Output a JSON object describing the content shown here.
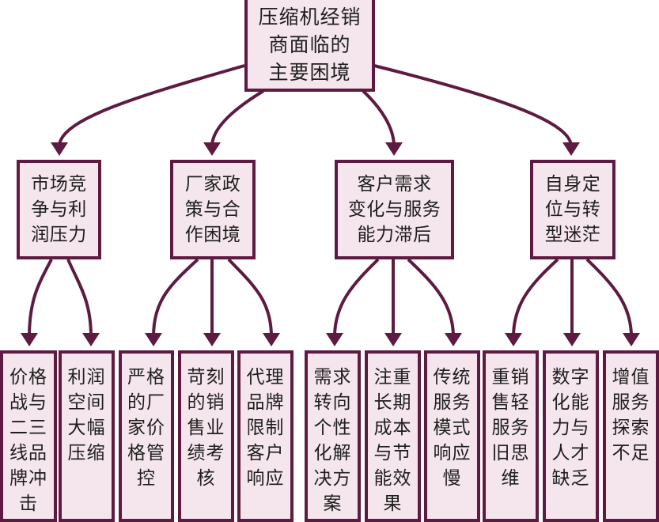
{
  "colors": {
    "stroke": "#5e1a40",
    "fill": "#f4e6ec",
    "text": "#1e1e1e",
    "background": "#ffffff"
  },
  "root": {
    "lines": [
      "压缩机经销",
      "商面临的",
      "主要困境"
    ]
  },
  "categories": [
    {
      "lines": [
        "市场竞",
        "争与利",
        "润压力"
      ],
      "children": [
        "价格战与二三线品牌冲击",
        "利润空间大幅压缩"
      ]
    },
    {
      "lines": [
        "厂家政",
        "策与合",
        "作困境"
      ],
      "children": [
        "严格的厂家价格管控",
        "苛刻的销售业绩考核",
        "代理品牌限制客户响应"
      ]
    },
    {
      "lines": [
        "客户需求",
        "变化与服务",
        "能力滞后"
      ],
      "children": [
        "需求转向个性化解决方案",
        "注重长期成本与节能效果",
        "传统服务模式响应慢"
      ]
    },
    {
      "lines": [
        "自身定",
        "位与转",
        "型迷茫"
      ],
      "children": [
        "重销售轻服务旧思维",
        "数字化能力与人才缺乏",
        "增值服务探索不足"
      ]
    }
  ]
}
